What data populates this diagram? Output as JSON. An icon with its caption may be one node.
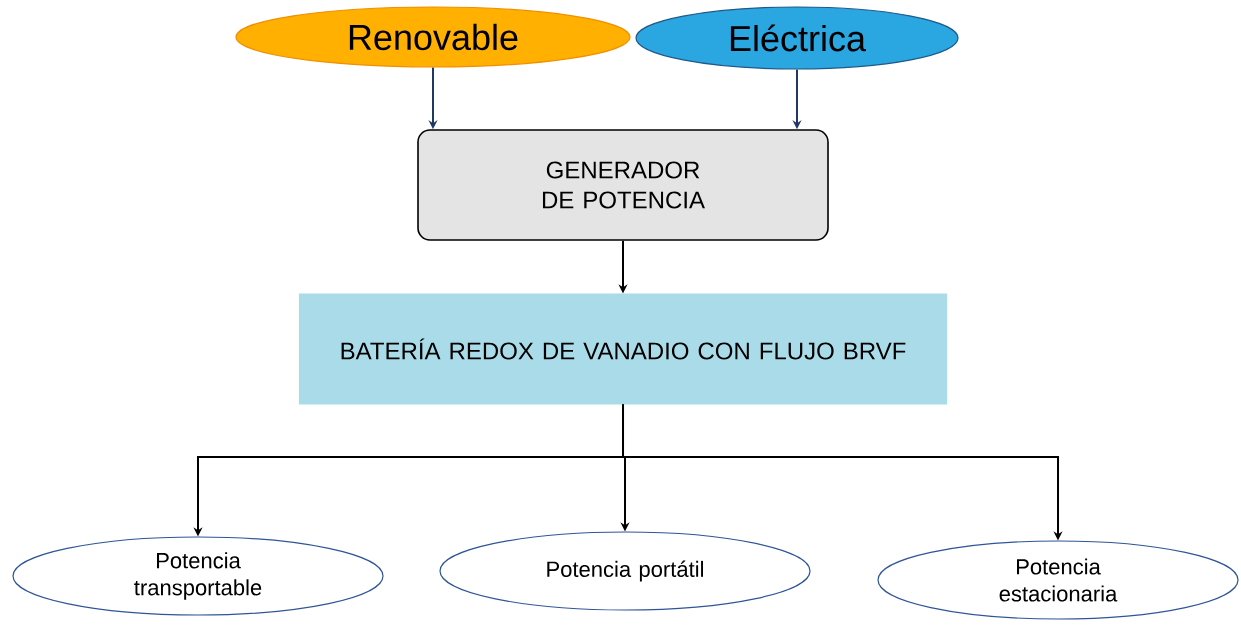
{
  "diagram": {
    "nodes": [
      {
        "text": [
          "Renovable"
        ]
      },
      {
        "text": [
          "Eléctrica"
        ]
      },
      {
        "text": [
          "GENERADOR DE POTENCIA"
        ]
      },
      {
        "text": [
          "BATERÍA REDOX DE VANADIO CON FLUJO BRVF"
        ]
      },
      {
        "text": [
          "Potencia transportable"
        ]
      },
      {
        "text": [
          "Potencia portátil"
        ]
      },
      {
        "text": [
          "Potencia estacionaria"
        ]
      }
    ],
    "edges": [
      {
        "from": 0,
        "to": 2,
        "arrow": "to",
        "color": "#1f3864"
      },
      {
        "from": 1,
        "to": 2,
        "arrow": "to",
        "color": "#1f3864"
      },
      {
        "from": 2,
        "to": 3,
        "arrow": "to"
      },
      {
        "from": 3,
        "to": 4,
        "arrow": "to"
      },
      {
        "from": 3,
        "to": 5,
        "arrow": "to"
      },
      {
        "from": 3,
        "to": 6,
        "arrow": "to"
      }
    ]
  }
}
